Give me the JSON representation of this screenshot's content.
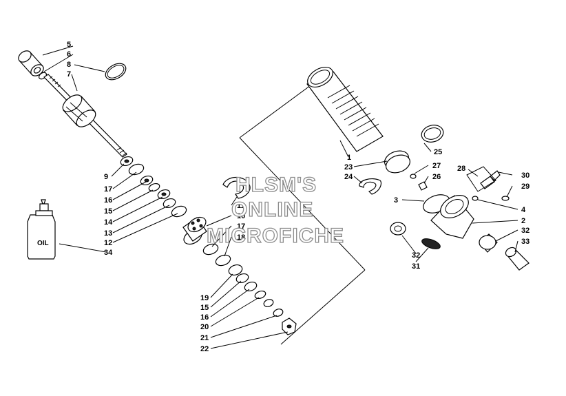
{
  "watermark": {
    "line1": "HLSM'S",
    "line2": "ONLINE",
    "line3": "MICROFICHE"
  },
  "oil_bottle_text": "OIL",
  "callouts": [
    {
      "id": "c5",
      "text": "5"
    },
    {
      "id": "c6",
      "text": "6"
    },
    {
      "id": "c8",
      "text": "8"
    },
    {
      "id": "c7",
      "text": "7"
    },
    {
      "id": "c9",
      "text": "9"
    },
    {
      "id": "c17a",
      "text": "17"
    },
    {
      "id": "c16a",
      "text": "16"
    },
    {
      "id": "c15a",
      "text": "15"
    },
    {
      "id": "c14",
      "text": "14"
    },
    {
      "id": "c13",
      "text": "13"
    },
    {
      "id": "c12",
      "text": "12"
    },
    {
      "id": "c34",
      "text": "34"
    },
    {
      "id": "c11",
      "text": "11"
    },
    {
      "id": "c10",
      "text": "10"
    },
    {
      "id": "c17b",
      "text": "17"
    },
    {
      "id": "c18",
      "text": "18"
    },
    {
      "id": "c19",
      "text": "19"
    },
    {
      "id": "c15b",
      "text": "15"
    },
    {
      "id": "c16b",
      "text": "16"
    },
    {
      "id": "c20",
      "text": "20"
    },
    {
      "id": "c21",
      "text": "21"
    },
    {
      "id": "c22",
      "text": "22"
    },
    {
      "id": "c1",
      "text": "1"
    },
    {
      "id": "c23",
      "text": "23"
    },
    {
      "id": "c24",
      "text": "24"
    },
    {
      "id": "c25",
      "text": "25"
    },
    {
      "id": "c27",
      "text": "27"
    },
    {
      "id": "c26",
      "text": "26"
    },
    {
      "id": "c28",
      "text": "28"
    },
    {
      "id": "c30",
      "text": "30"
    },
    {
      "id": "c29",
      "text": "29"
    },
    {
      "id": "c3",
      "text": "3"
    },
    {
      "id": "c4",
      "text": "4"
    },
    {
      "id": "c2",
      "text": "2"
    },
    {
      "id": "c32a",
      "text": "32"
    },
    {
      "id": "c32b",
      "text": "32"
    },
    {
      "id": "c33",
      "text": "33"
    },
    {
      "id": "c31",
      "text": "31"
    }
  ]
}
